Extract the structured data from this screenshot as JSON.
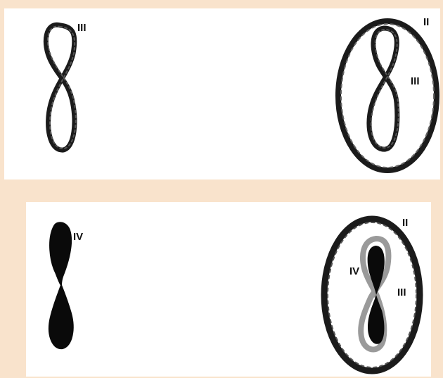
{
  "colors": {
    "background": "#f9e3cc",
    "panel": "#ffffff",
    "ink": "#1b1b1b",
    "grey_ring": "#9a9a9a",
    "fill": "#0a0a0a"
  },
  "top_panel": {
    "left_figure": {
      "shape": "figure-eight outline",
      "label": "III"
    },
    "right_figure": {
      "shape": "figure-eight outline inside oval",
      "outer_label": "II",
      "inner_label": "III"
    }
  },
  "bottom_panel": {
    "left_figure": {
      "shape": "solid figure-eight (two lobes)",
      "label": "IV"
    },
    "right_figure": {
      "shape": "solid figure-eight inside grey ring inside oval",
      "outer_label": "II",
      "fill_label": "IV",
      "ring_label": "III"
    }
  }
}
